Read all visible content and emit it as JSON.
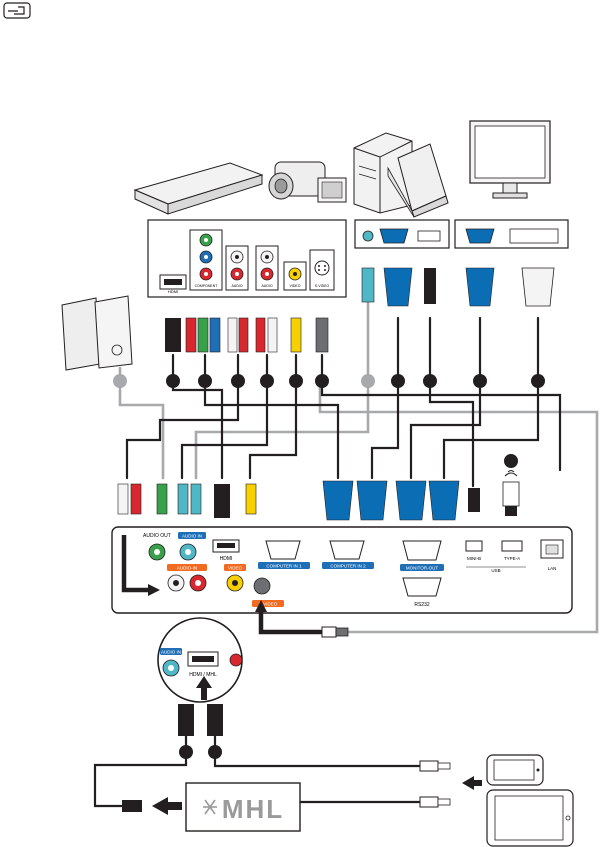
{
  "note_icon": "hand-pointer-note-icon",
  "colors": {
    "cable_black": "#231f20",
    "cable_gray": "#a7a9ac",
    "vga_blue": "#0b6eb5",
    "label_blue": "#1f6fb7",
    "label_orange": "#f26b21",
    "panel_fill": "#ffffff",
    "panel_stroke": "#231f20",
    "rca_red": "#d7282f",
    "rca_white": "#f4f4f4",
    "rca_yellow": "#f6d000",
    "rca_green": "#3aa14b",
    "rca_blue": "#1f6fb7"
  },
  "source_panel": {
    "hdmi": "HDMI",
    "component": "COMPONENT",
    "audio1": "AUDIO",
    "audio2": "AUDIO",
    "video": "VIDEO",
    "svideo": "S-VIDEO"
  },
  "projector_panel": {
    "audio_out": "AUDIO OUT",
    "audio_in_top": "AUDIO IN",
    "audio_in": "AUDIO-IN",
    "video": "VIDEO",
    "svideo": "S-VIDEO",
    "hdmi": "HDMI",
    "computer_in_1": "COMPUTER IN 1",
    "computer_in_2": "COMPUTER IN 2",
    "monitor_out": "MONITOR-OUT",
    "rs232": "RS232",
    "mini_b": "MINI-B",
    "type_a": "TYPE-A",
    "usb": "USB",
    "lan": "LAN"
  },
  "mhl_callout": {
    "audio_in": "AUDIO IN",
    "hdmi_mhl": "HDMI / MHL"
  },
  "mhl_box": {
    "label": "MHL",
    "logo": "mhl-star-logo"
  },
  "wireless_icon": "wireless-signal-icon"
}
